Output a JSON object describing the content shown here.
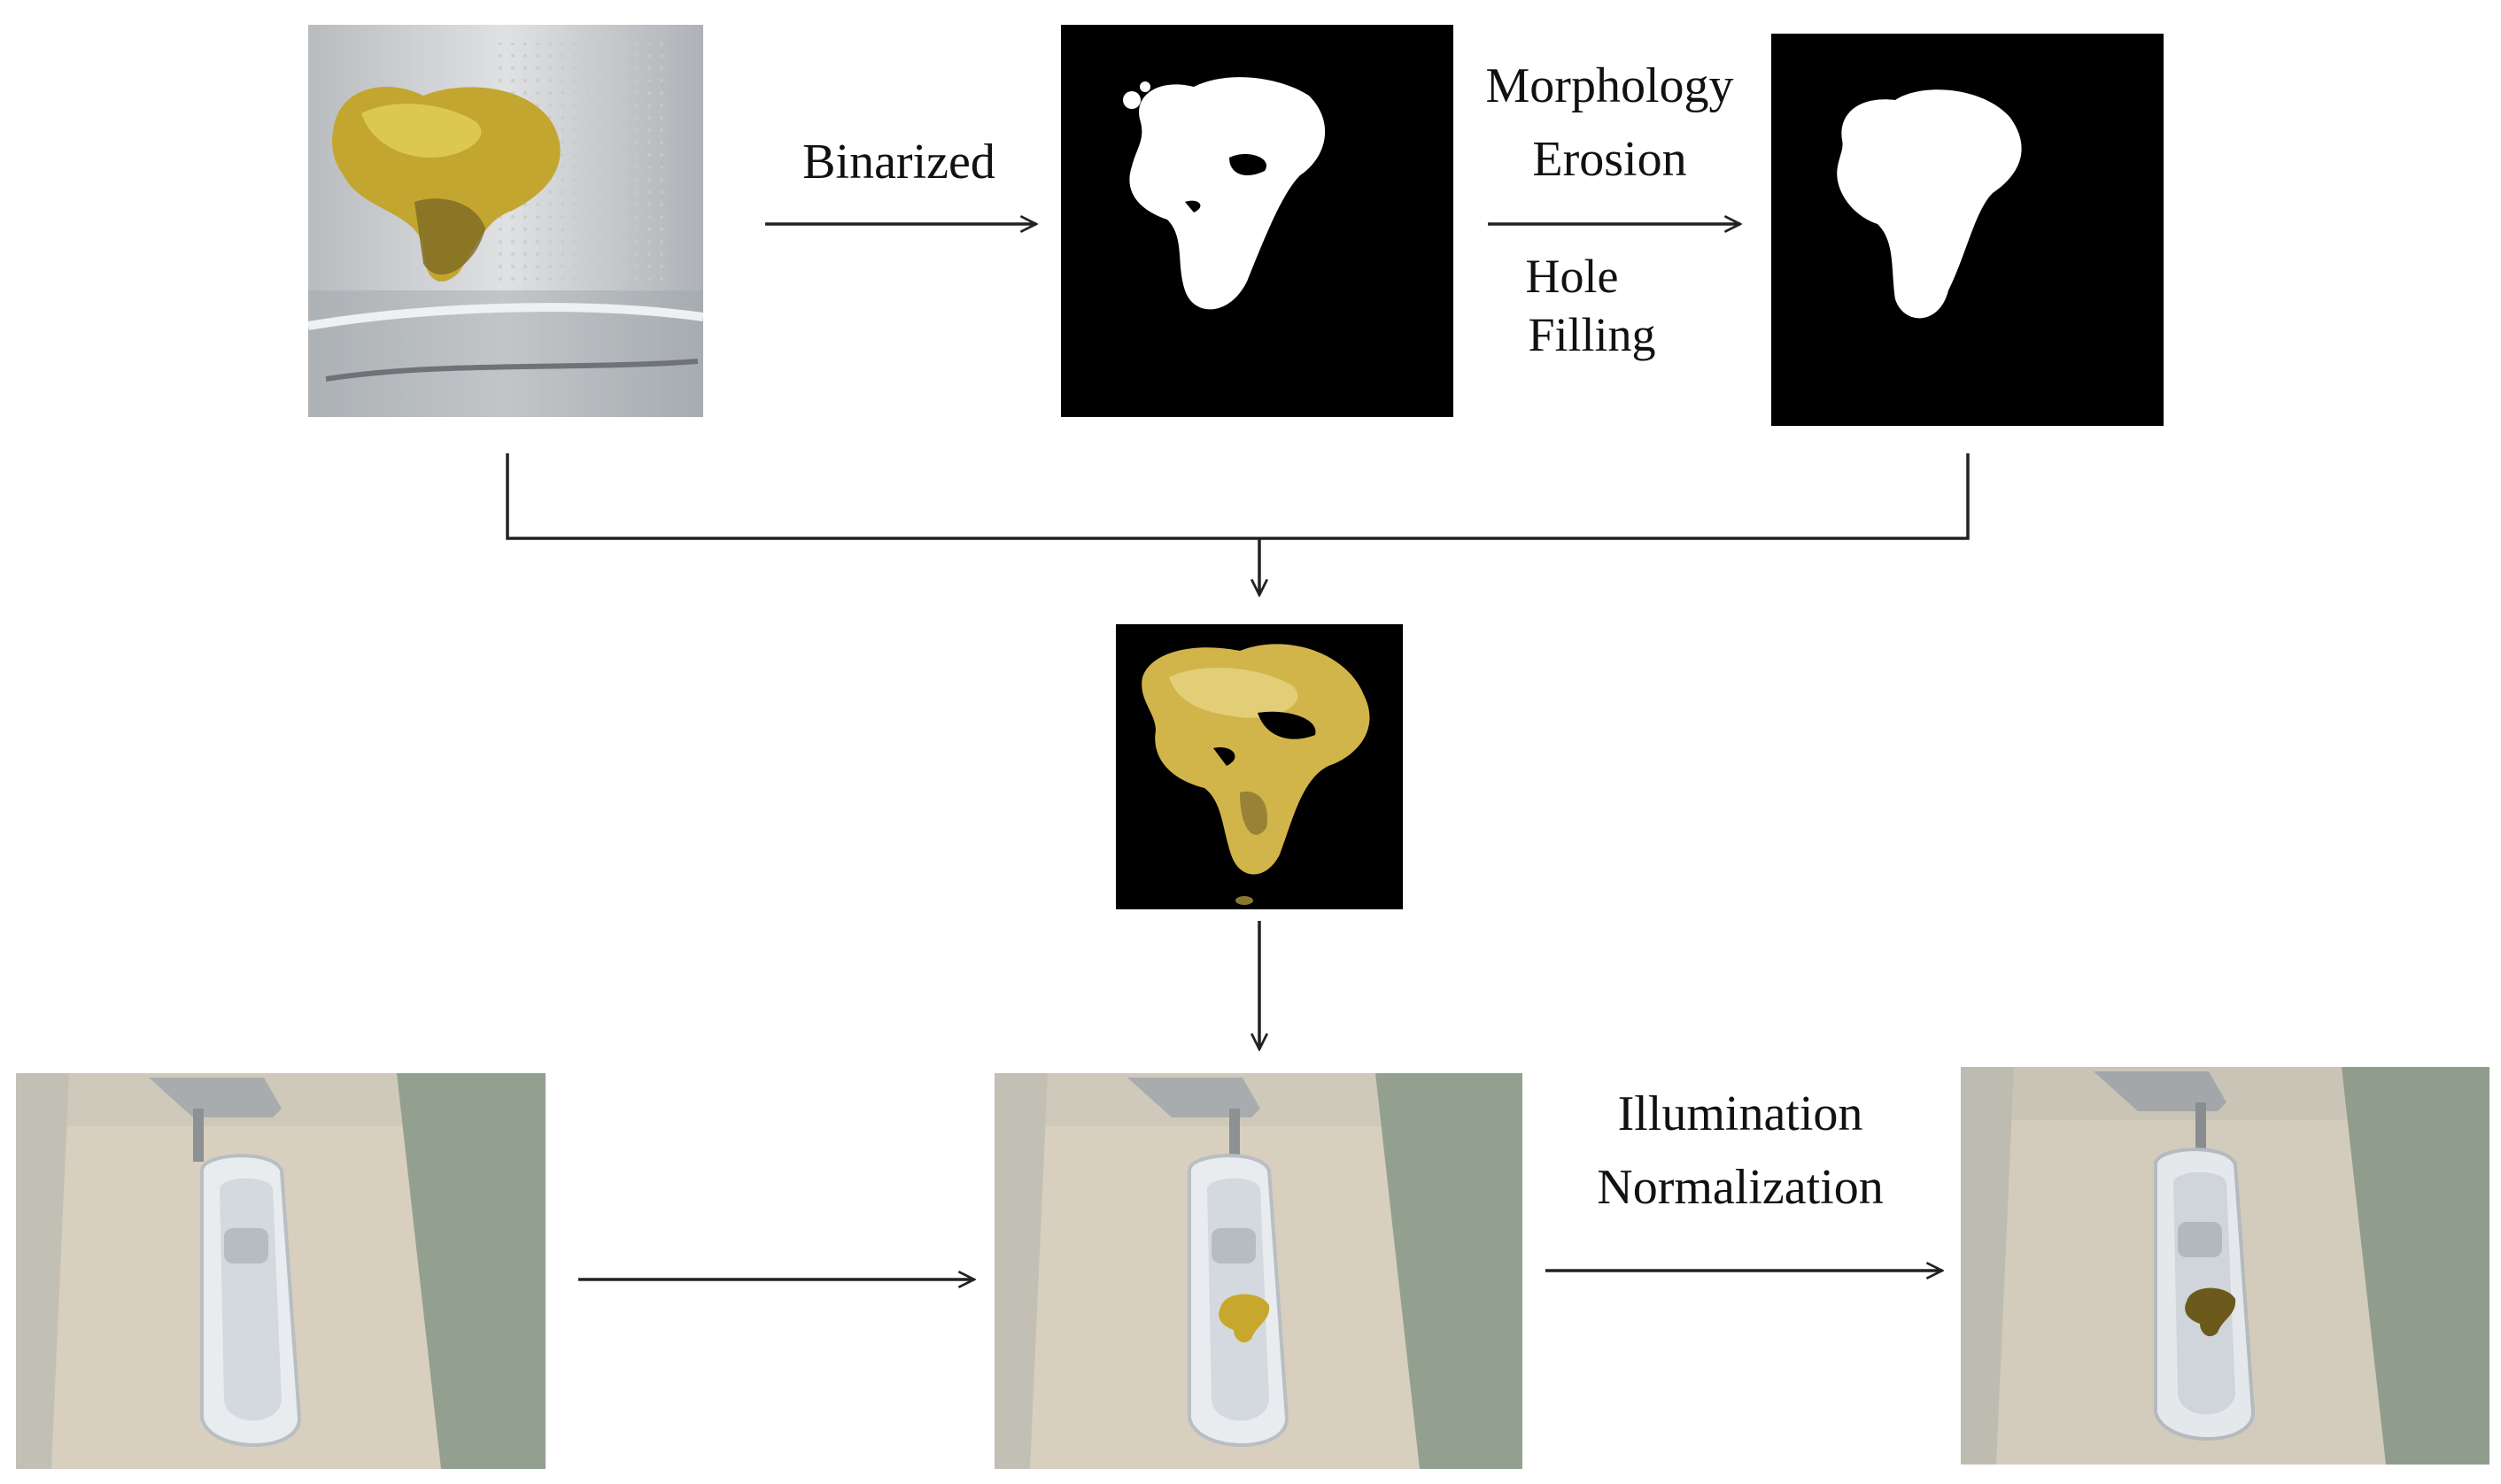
{
  "steps": {
    "binarized_label": "Binarized",
    "morphology_label": "Morphology",
    "erosion_label": "Erosion",
    "hole_label": "Hole",
    "filling_label": "Filling",
    "illumination_label": "Illumination",
    "normalization_label": "Normalization"
  },
  "colors": {
    "stool": "#c8a82c",
    "stool_dark": "#6b5a1c",
    "mask_background": "#000000",
    "mask_foreground": "#ffffff",
    "floor": "#d8cfbe",
    "wall": "#93a090",
    "toilet": "#e9ecef",
    "arrow": "#222222"
  }
}
